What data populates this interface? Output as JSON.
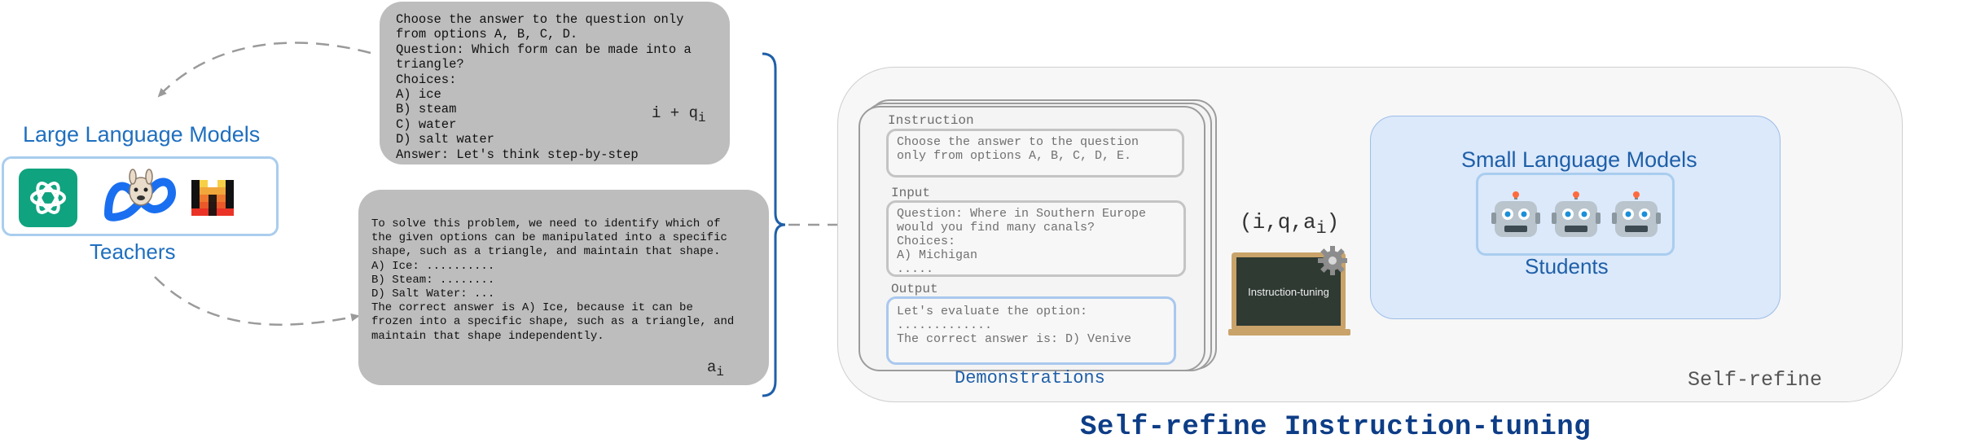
{
  "teachers": {
    "title": "Large Language Models",
    "caption": "Teachers",
    "logos": [
      "openai-logo",
      "meta-llama-logo",
      "mistral-logo"
    ]
  },
  "question_prompt": {
    "lines": [
      "Choose the answer to the question only",
      "from options A, B, C, D.",
      "Question: Which form can be made into a",
      "triangle?",
      "Choices:",
      "A) ice",
      "B) steam",
      "C) water",
      "D) salt water",
      "Answer: Let's think step-by-step"
    ],
    "label_main": "i + q",
    "label_sub": "i"
  },
  "teacher_answer": {
    "lines": [
      "To solve this problem, we need to identify which of",
      "the given options can be manipulated into a specific",
      "shape, such as a triangle, and maintain that shape.",
      "A) Ice: ..........",
      "B) Steam: ........",
      "D) Salt Water: ...",
      "The correct answer is A) Ice, because it can be",
      "frozen into a specific shape, such as a triangle, and",
      "maintain that shape independently."
    ],
    "label_main": "a",
    "label_sub": "i"
  },
  "demonstration": {
    "instruction_label": "Instruction",
    "instruction_lines": [
      "Choose the answer to the question",
      "only from options A, B, C, D, E."
    ],
    "input_label": "Input",
    "input_lines": [
      "Question: Where in Southern Europe",
      "would you find many canals?",
      "Choices:",
      "A) Michigan",
      "....."
    ],
    "output_label": "Output",
    "output_lines": [
      "Let's evaluate the option:",
      ".............",
      "The correct answer is: D) Venive"
    ],
    "caption": "Demonstrations"
  },
  "tuple_label": {
    "main": "(i,q,a",
    "sub": "i",
    "close": ")"
  },
  "chalkboard": {
    "text": "Instruction-tuning"
  },
  "students": {
    "title": "Small Language Models",
    "caption": "Students",
    "robots": [
      "robot-1",
      "robot-2",
      "robot-3"
    ]
  },
  "self_refine_label": "Self-refine",
  "main_title": "Self-refine Instruction-tuning",
  "colors": {
    "accent": "#1f5fa8",
    "title": "#0d3d86",
    "gray_box": "#bdbdbd",
    "students_bg": "#dbe9fb"
  }
}
